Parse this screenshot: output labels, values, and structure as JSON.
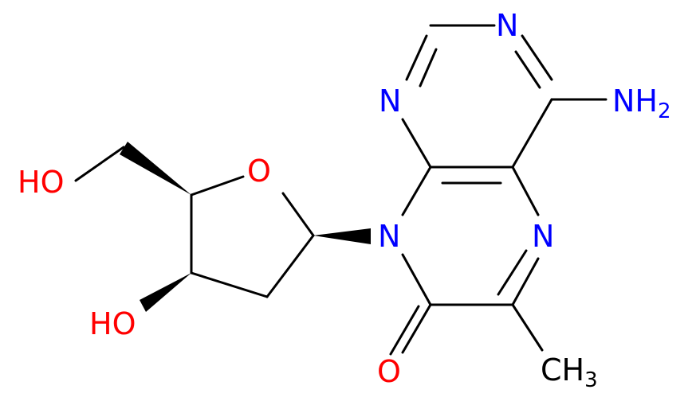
{
  "atoms": {
    "n_top": "N",
    "n_left": "N",
    "n_right": "N",
    "n_ring": "N",
    "amino_main": "NH",
    "amino_sub": "2",
    "o_ring": "O",
    "o_carbonyl": "O",
    "oh_left": "HO",
    "oh_bottom": "HO",
    "methyl_main": "CH",
    "methyl_sub": "3"
  },
  "colors": {
    "nitrogen": "#0000ff",
    "oxygen": "#ff0000",
    "carbon": "#000000",
    "background": "#ffffff"
  }
}
